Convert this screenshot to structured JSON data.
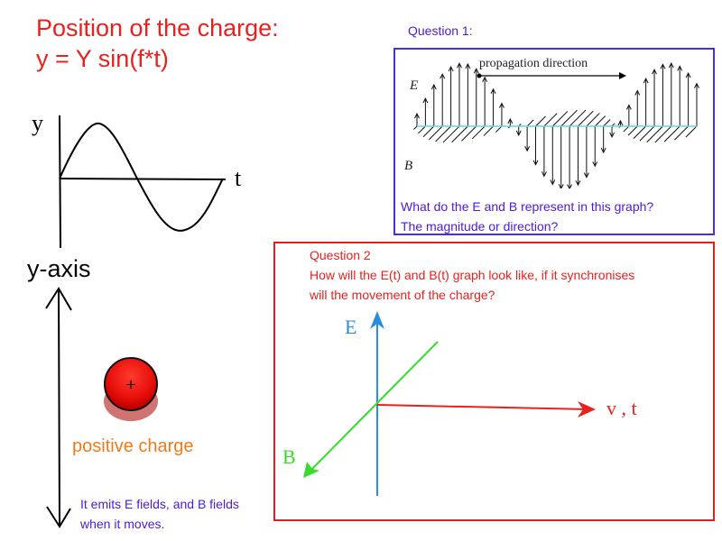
{
  "title": {
    "line1": "Position of the charge:",
    "line2": "y = Y sin(f*t)"
  },
  "sine_graph": {
    "y_label": "y",
    "t_label": "t"
  },
  "y_axis": {
    "label": "y-axis"
  },
  "charge": {
    "symbol": "+",
    "label": "positive charge",
    "note_line1": "It emits E fields, and B fields",
    "note_line2": "when it moves."
  },
  "question1": {
    "heading": "Question 1:",
    "figure": {
      "propagation_label": "propagation direction",
      "e_label": "E",
      "b_label": "B"
    },
    "text_line1": "What do the E and B represent in this graph?",
    "text_line2": "The magnitude or direction?"
  },
  "question2": {
    "heading": "Question 2",
    "text_line1": "How will the E(t) and B(t) graph look like, if it synchronises",
    "text_line2": "will the movement of the charge?",
    "axes": {
      "e_label": "E",
      "b_label": "B",
      "vt_label": "v , t"
    }
  },
  "colors": {
    "red": "#e8211f",
    "purple": "#4b1bd6",
    "orange": "#f07a1a",
    "blue_axis": "#2a8ee0",
    "green_axis": "#33dd2a"
  }
}
